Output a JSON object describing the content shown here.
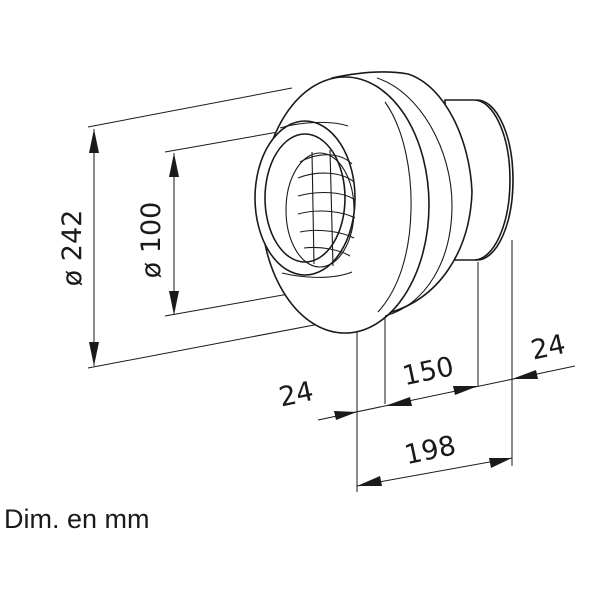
{
  "dimensions": {
    "outer_diameter": "ø 242",
    "inner_diameter": "ø 100",
    "spigot_front": "24",
    "body_depth": "150",
    "spigot_back": "24",
    "total_length": "198"
  },
  "caption": "Dim. en mm"
}
